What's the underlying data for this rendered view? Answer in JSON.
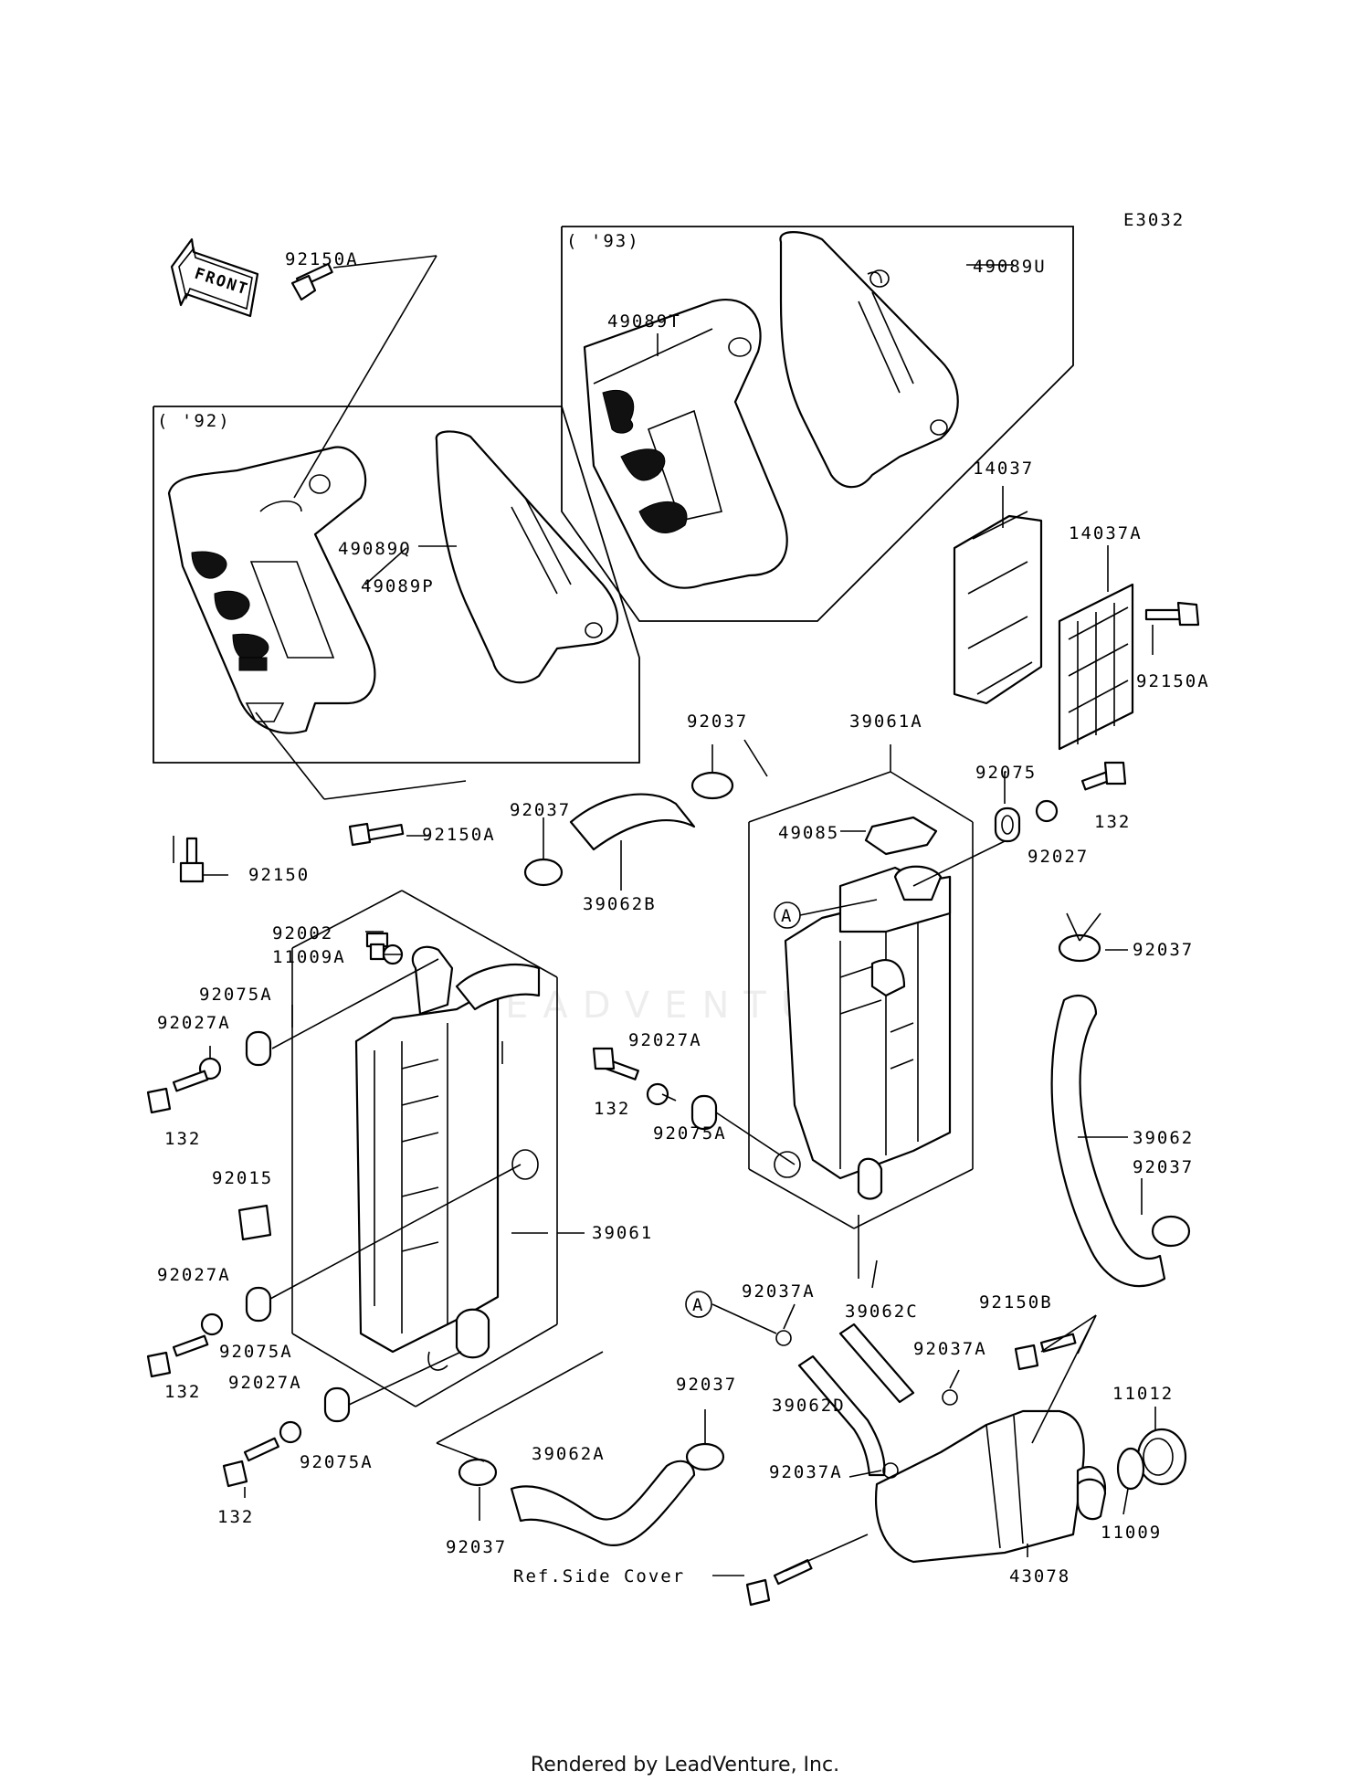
{
  "diagram_code": "E3032",
  "front_arrow": "FRONT",
  "year_labels": {
    "y92": "( '92)",
    "y93": "( '93)"
  },
  "watermark": "LEADVENTURE",
  "parts": {
    "p92150A_top": "92150A",
    "p49089T": "49089T",
    "p49089U": "49089U",
    "p14037": "14037",
    "p14037A": "14037A",
    "p92150A_right": "92150A",
    "p49089Q": "49089Q",
    "p49089P": "49089P",
    "p92150A_mid": "92150A",
    "p92150": "92150",
    "p92037_a": "92037",
    "p92037_b": "92037",
    "p39062B": "39062B",
    "p39061A": "39061A",
    "p49085": "49085",
    "pA_1": "A",
    "p92075": "92075",
    "p132_a": "132",
    "p92027": "92027",
    "p92037_c": "92037",
    "p92002": "92002",
    "p11009A": "11009A",
    "p92075A_a": "92075A",
    "p92027A_a": "92027A",
    "p132_b": "132",
    "p92027A_b": "92027A",
    "p132_c": "132",
    "p92075A_b": "92075A",
    "p92015": "92015",
    "p39061": "39061",
    "p39062": "39062",
    "p92037_d": "92037",
    "p92027A_c": "92027A",
    "p92075A_c": "92075A",
    "p132_d": "132",
    "p92027A_d": "92027A",
    "p92075A_d": "92075A",
    "p132_e": "132",
    "pA_2": "A",
    "p92037A_a": "92037A",
    "p39062C": "39062C",
    "p92150B": "92150B",
    "p92037A_b": "92037A",
    "p11012": "11012",
    "p39062D": "39062D",
    "p92037_e": "92037",
    "p39062A": "39062A",
    "p92037A_c": "92037A",
    "p11009": "11009",
    "p92037_f": "92037",
    "pRefSide": "Ref.Side Cover",
    "p43078": "43078"
  },
  "footer": "Rendered by LeadVenture, Inc."
}
